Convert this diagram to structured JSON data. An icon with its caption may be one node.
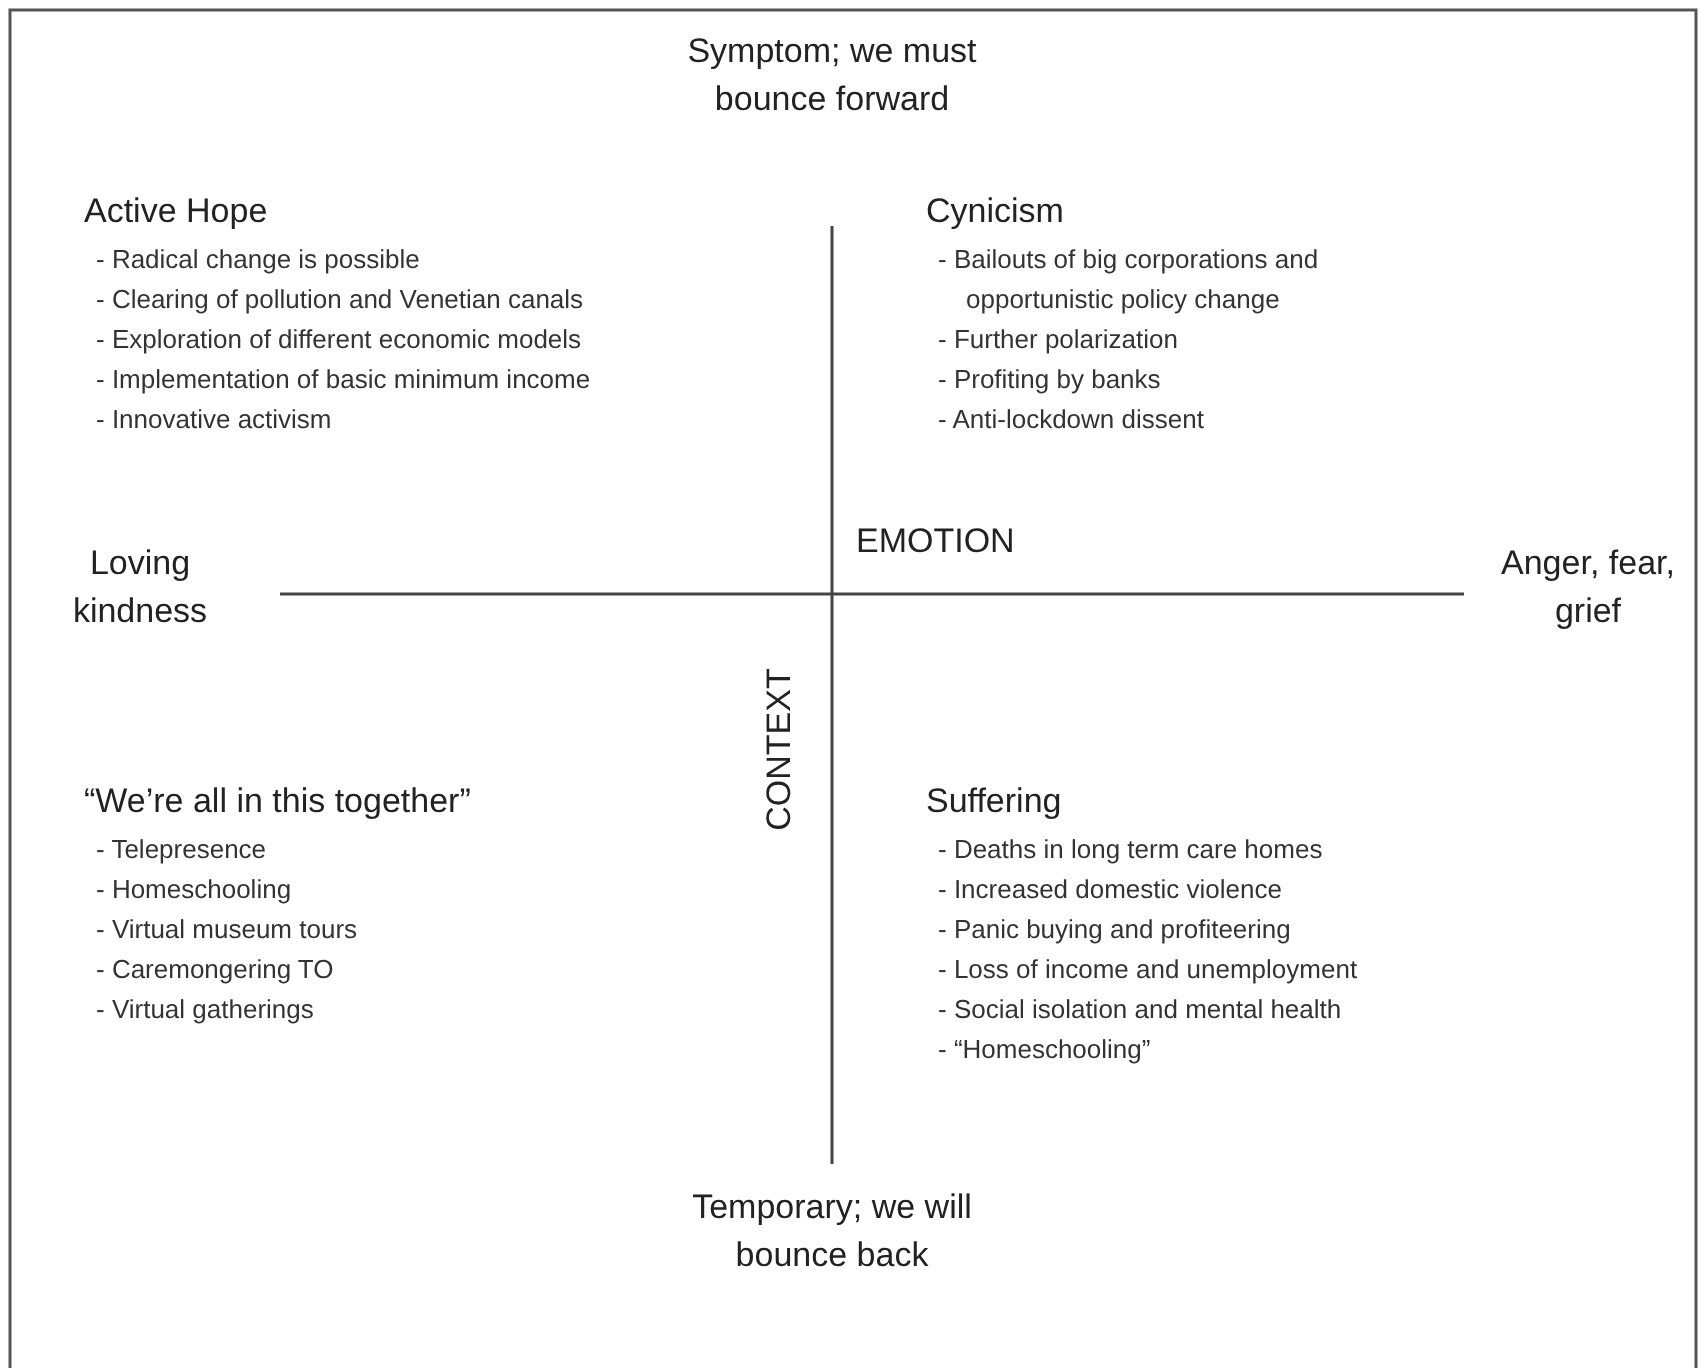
{
  "diagram": {
    "labels": [
      "Symptom; we must bounce forward",
      "Active Hope",
      "- Radical change is possible",
      "- Clearing of pollution and Venetian canals",
      "- Exploration of different economic models",
      "- Implementation of basic minimum income",
      "- Innovative activism",
      "Cynicism",
      "- Bailouts of big corporations and opportunistic policy change",
      "- Further polarization",
      "- Profiting by banks",
      "- Anti-lockdown dissent",
      "Loving kindness",
      "EMOTION",
      "Anger, fear, grief",
      "CONTEXT",
      "“We’re all in this together”",
      "- Telepresence",
      "- Homeschooling",
      "- Virtual museum tours",
      "- Caremongering TO",
      "- Virtual gatherings",
      "Suffering",
      "- Deaths in long term care homes",
      "- Increased domestic violence",
      "- Panic buying and profiteering",
      "- Loss of income and unemployment",
      "- Social isolation and mental health",
      "- “Homeschooling”",
      "Temporary; we will bounce back"
    ]
  }
}
